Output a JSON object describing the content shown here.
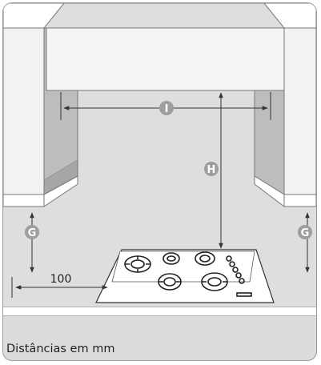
{
  "caption": "Distâncias em mm",
  "dimensions": {
    "distance_label": "100",
    "markers": [
      "I",
      "H",
      "G",
      "G"
    ]
  },
  "colors": {
    "wall": "#dedede",
    "cabinet": "#f2f2f2",
    "hood": "#f5f5f5",
    "cabinet_side": "#bdbdbd",
    "marker_fill": "#9e9e9e",
    "line": "#333333",
    "footer_band": "#dcdcdc"
  },
  "icons": [
    "gas-cooktop-icon"
  ]
}
